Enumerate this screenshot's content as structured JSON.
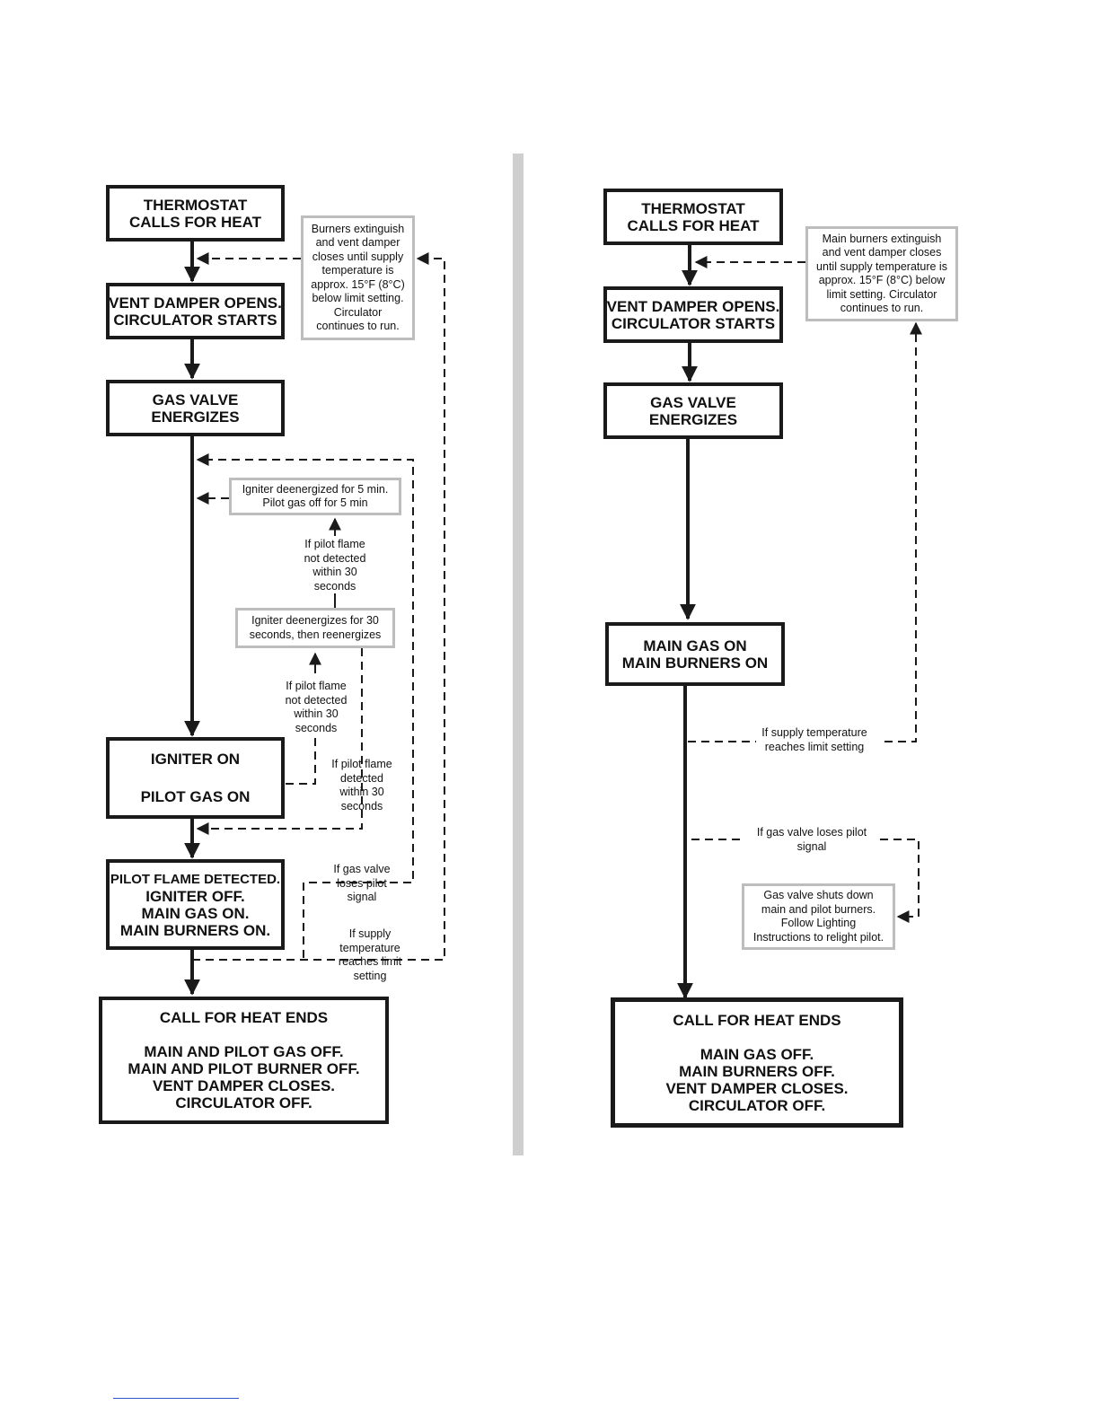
{
  "left": {
    "thermostat": [
      "THERMOSTAT",
      "CALLS FOR HEAT"
    ],
    "vent": [
      "VENT DAMPER OPENS.",
      "CIRCULATOR  STARTS"
    ],
    "gas_valve": [
      "GAS VALVE",
      "ENERGIZES"
    ],
    "igniter": [
      "IGNITER ON",
      "",
      "PILOT GAS ON"
    ],
    "pilot_detected": [
      "PILOT FLAME DETECTED.",
      "IGNITER OFF.",
      "MAIN GAS ON.",
      "MAIN BURNERS ON."
    ],
    "end": [
      "CALL FOR HEAT ENDS",
      "",
      "MAIN AND PILOT GAS OFF.",
      "MAIN AND PILOT BURNER OFF.",
      "VENT DAMPER CLOSES.",
      "CIRCULATOR OFF."
    ],
    "note_burners": [
      "Burners extinguish",
      "and vent damper",
      "closes until supply",
      "temperature is",
      "approx. 15°F (8°C)",
      "below limit setting.",
      "Circulator",
      "continues to run."
    ],
    "note_igniter_5min": [
      "Igniter deenergized for 5 min.",
      "Pilot gas off for 5 min"
    ],
    "note_igniter_30s": [
      "Igniter deenergizes for 30",
      "seconds, then reenergizes"
    ],
    "label_not_detected_1": [
      "If pilot flame",
      "not detected",
      "within 30",
      "seconds"
    ],
    "label_not_detected_2": [
      "If pilot flame",
      "not detected",
      "within 30",
      "seconds"
    ],
    "label_detected": [
      "If pilot flame",
      "detected",
      "within 30",
      "seconds"
    ],
    "label_loses_pilot": [
      "If gas valve",
      "loses pilot",
      "signal"
    ],
    "label_supply_temp": [
      "If supply",
      "temperature",
      "reaches limit",
      "setting"
    ]
  },
  "right": {
    "thermostat": [
      "THERMOSTAT",
      "CALLS FOR HEAT"
    ],
    "vent": [
      "VENT DAMPER  OPENS.",
      "CIRCULATOR STARTS"
    ],
    "gas_valve": [
      "GAS VALVE",
      "ENERGIZES"
    ],
    "main_gas": [
      "MAIN GAS ON",
      "MAIN BURNERS ON"
    ],
    "end": [
      "CALL FOR HEAT ENDS",
      "",
      "MAIN GAS OFF.",
      "MAIN BURNERS OFF.",
      "VENT DAMPER CLOSES.",
      "CIRCULATOR OFF."
    ],
    "note_burners": [
      "Main burners extinguish",
      "and vent damper closes",
      "until supply temperature is",
      "approx. 15°F (8°C) below",
      "limit setting. Circulator",
      "continues to run."
    ],
    "note_shutdown": [
      "Gas valve shuts down",
      "main and pilot burners.",
      "Follow Lighting",
      "Instructions to relight pilot."
    ],
    "label_supply_temp": [
      "If supply temperature",
      "reaches limit setting"
    ],
    "label_loses_pilot": [
      "If gas valve loses pilot",
      "signal"
    ]
  }
}
